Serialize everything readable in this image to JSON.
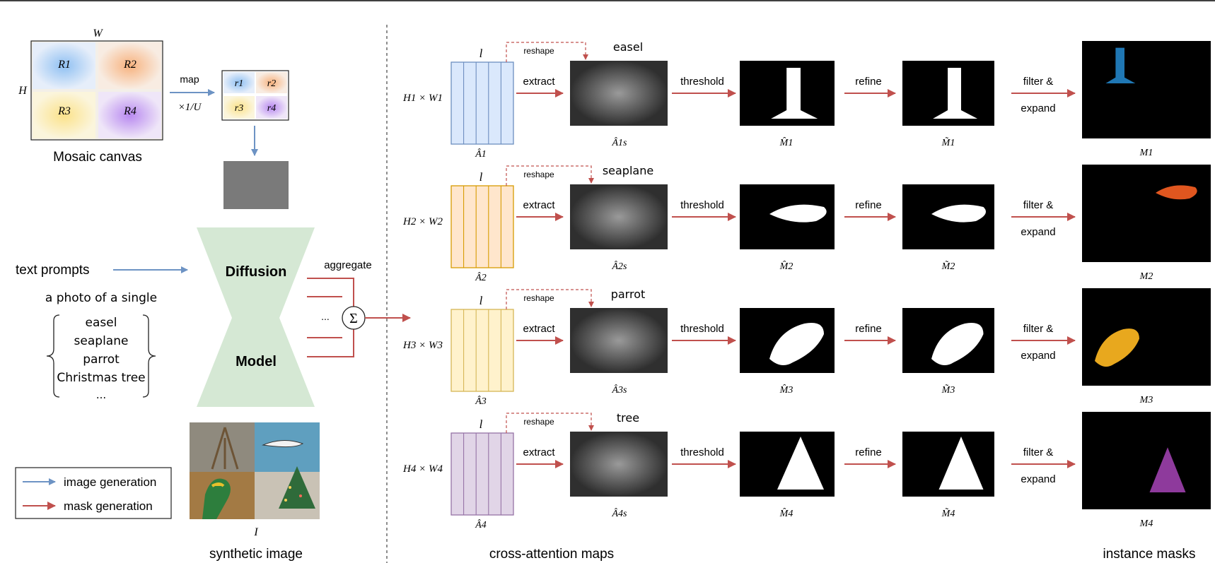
{
  "colors": {
    "image_generation_arrow": "#6d93c4",
    "mask_generation_arrow": "#c0504d",
    "model_fill": "#d5e8d4",
    "region_blue": "#a9cdf2",
    "region_orange": "#f7c49b",
    "region_yellow": "#fbe9a5",
    "region_purple": "#c39bf0",
    "mask_colors": [
      "#1f77b4",
      "#e0561f",
      "#e8a81e",
      "#8e3a9c"
    ]
  },
  "mosaic": {
    "width_symbol": "W",
    "height_symbol": "H",
    "regions": [
      "R1",
      "R2",
      "R3",
      "R4"
    ],
    "caption": "Mosaic canvas",
    "map_label": "map",
    "scale_label": "×1/U",
    "small_regions": [
      "r1",
      "r2",
      "r3",
      "r4"
    ]
  },
  "prompts": {
    "label": "text prompts",
    "prefix": "a photo of a single",
    "items": [
      "easel",
      "seaplane",
      "parrot",
      "Christmas tree",
      "..."
    ]
  },
  "model": {
    "top": "Diffusion",
    "bottom": "Model"
  },
  "aggregate": {
    "label": "aggregate",
    "ellipsis": "...",
    "sum": "Σ"
  },
  "legend": {
    "image_generation": "image generation",
    "mask_generation": "mask generation"
  },
  "synthetic": {
    "symbol": "I",
    "caption": "synthetic image"
  },
  "rows": [
    {
      "dims": "H1 × W1",
      "l": "l",
      "reshape": "reshape",
      "extract": "extract",
      "concept": "easel",
      "attn": "Â1s",
      "attn_full": "Â1",
      "threshold": "threshold",
      "hat_m": "M̂1",
      "refine": "refine",
      "tilde_m": "M̃1",
      "filter": "filter &",
      "expand": "expand",
      "m": "M1"
    },
    {
      "dims": "H2 × W2",
      "l": "l",
      "reshape": "reshape",
      "extract": "extract",
      "concept": "seaplane",
      "attn": "Â2s",
      "attn_full": "Â2",
      "threshold": "threshold",
      "hat_m": "M̂2",
      "refine": "refine",
      "tilde_m": "M̃2",
      "filter": "filter &",
      "expand": "expand",
      "m": "M2"
    },
    {
      "dims": "H3 × W3",
      "l": "l",
      "reshape": "reshape",
      "extract": "extract",
      "concept": "parrot",
      "attn": "Â3s",
      "attn_full": "Â3",
      "threshold": "threshold",
      "hat_m": "M̂3",
      "refine": "refine",
      "tilde_m": "M̃3",
      "filter": "filter &",
      "expand": "expand",
      "m": "M3"
    },
    {
      "dims": "H4 × W4",
      "l": "l",
      "reshape": "reshape",
      "extract": "extract",
      "concept": "tree",
      "attn": "Â4s",
      "attn_full": "Â4",
      "threshold": "threshold",
      "hat_m": "M̂4",
      "refine": "refine",
      "tilde_m": "M̃4",
      "filter": "filter &",
      "expand": "expand",
      "m": "M4"
    }
  ],
  "captions": {
    "cross_attention": "cross-attention maps",
    "instance_masks": "instance masks"
  }
}
